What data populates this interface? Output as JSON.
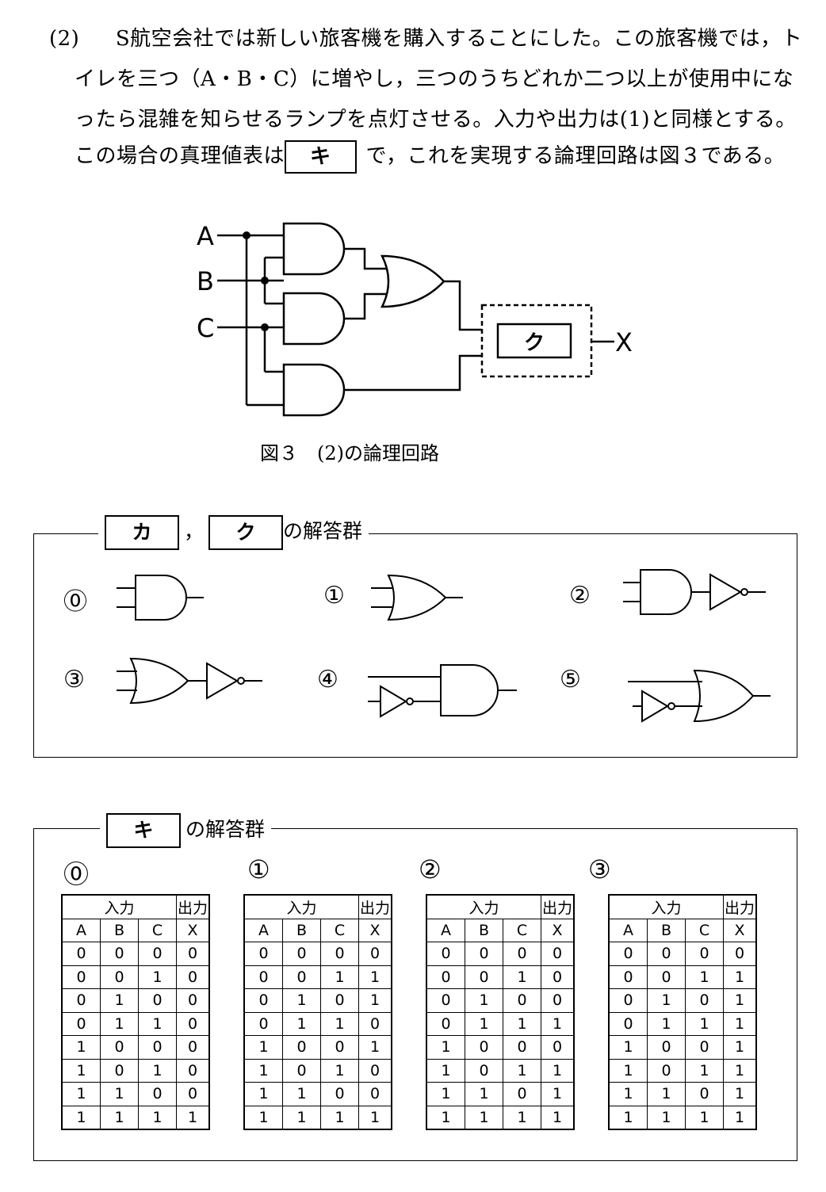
{
  "question": {
    "number": "(2)",
    "line1": "S航空会社では新しい旅客機を購入することにした。この旅客機では，ト",
    "line2": "イレを三つ（A・B・C）に増やし，三つのうちどれか二つ以上が使用中にな",
    "line3": "ったら混雑を知らせるランプを点灯させる。入力や出力は(1)と同様とする。",
    "line4_before": "この場合の真理値表は",
    "blank_ki": "キ",
    "line4_after": "で，これを実現する論理回路は図３である。"
  },
  "figure": {
    "input_a": "A",
    "input_b": "B",
    "input_c": "C",
    "blank_ku": "ク",
    "output_x": "X",
    "caption": "図３　(2)の論理回路"
  },
  "gate_group": {
    "box_ka": "カ",
    "comma": "，",
    "box_ku": "ク",
    "suffix": "の解答群",
    "options": [
      {
        "num": "⓪",
        "gate": "and-gate-icon"
      },
      {
        "num": "①",
        "gate": "or-gate-icon"
      },
      {
        "num": "②",
        "gate": "nand-gate-icon"
      },
      {
        "num": "③",
        "gate": "nor-gate-icon"
      },
      {
        "num": "④",
        "gate": "and-with-inverted-input-icon"
      },
      {
        "num": "⑤",
        "gate": "or-with-inverted-input-icon"
      }
    ]
  },
  "table_group": {
    "box_ki": "キ",
    "suffix": "の解答群",
    "header_input": "入力",
    "header_output": "出力",
    "col_labels": [
      "A",
      "B",
      "C",
      "X"
    ],
    "tables": [
      {
        "num": "⓪",
        "rows": [
          [
            "0",
            "0",
            "0",
            "0"
          ],
          [
            "0",
            "0",
            "1",
            "0"
          ],
          [
            "0",
            "1",
            "0",
            "0"
          ],
          [
            "0",
            "1",
            "1",
            "0"
          ],
          [
            "1",
            "0",
            "0",
            "0"
          ],
          [
            "1",
            "0",
            "1",
            "0"
          ],
          [
            "1",
            "1",
            "0",
            "0"
          ],
          [
            "1",
            "1",
            "1",
            "1"
          ]
        ]
      },
      {
        "num": "①",
        "rows": [
          [
            "0",
            "0",
            "0",
            "0"
          ],
          [
            "0",
            "0",
            "1",
            "1"
          ],
          [
            "0",
            "1",
            "0",
            "1"
          ],
          [
            "0",
            "1",
            "1",
            "0"
          ],
          [
            "1",
            "0",
            "0",
            "1"
          ],
          [
            "1",
            "0",
            "1",
            "0"
          ],
          [
            "1",
            "1",
            "0",
            "0"
          ],
          [
            "1",
            "1",
            "1",
            "1"
          ]
        ]
      },
      {
        "num": "②",
        "rows": [
          [
            "0",
            "0",
            "0",
            "0"
          ],
          [
            "0",
            "0",
            "1",
            "0"
          ],
          [
            "0",
            "1",
            "0",
            "0"
          ],
          [
            "0",
            "1",
            "1",
            "1"
          ],
          [
            "1",
            "0",
            "0",
            "0"
          ],
          [
            "1",
            "0",
            "1",
            "1"
          ],
          [
            "1",
            "1",
            "0",
            "1"
          ],
          [
            "1",
            "1",
            "1",
            "1"
          ]
        ]
      },
      {
        "num": "③",
        "rows": [
          [
            "0",
            "0",
            "0",
            "0"
          ],
          [
            "0",
            "0",
            "1",
            "1"
          ],
          [
            "0",
            "1",
            "0",
            "1"
          ],
          [
            "0",
            "1",
            "1",
            "1"
          ],
          [
            "1",
            "0",
            "0",
            "1"
          ],
          [
            "1",
            "0",
            "1",
            "1"
          ],
          [
            "1",
            "1",
            "0",
            "1"
          ],
          [
            "1",
            "1",
            "1",
            "1"
          ]
        ]
      }
    ]
  }
}
